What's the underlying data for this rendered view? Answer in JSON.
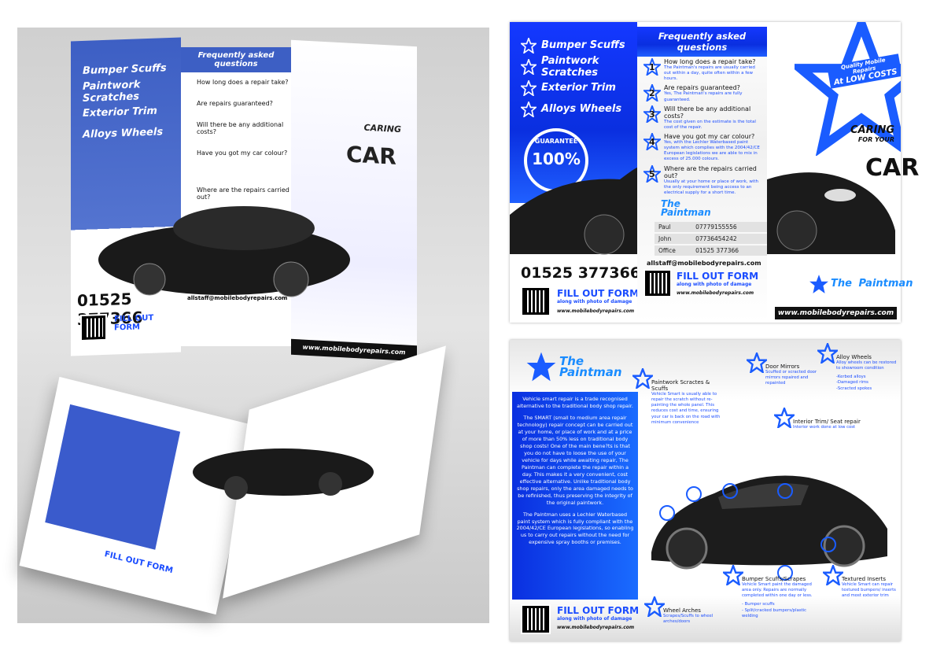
{
  "services": [
    "Bumper Scuffs",
    "Paintwork Scratches",
    "Exterior Trim",
    "Alloys Wheels"
  ],
  "guarantee": {
    "word": "GUARANTEE",
    "pct": "100%"
  },
  "faq": {
    "title": "Frequently asked questions",
    "items": [
      {
        "n": "1",
        "q": "How long does a repair take?",
        "a": "The Paintman's repairs are usually carried out within a day, quite often within a few hours."
      },
      {
        "n": "2",
        "q": "Are repairs guaranteed?",
        "a": "Yes, The Paintman's repairs are fully guaranteed."
      },
      {
        "n": "3",
        "q": "Will there be any additional costs?",
        "a": "The cost given on the estimate is the total cost of the repair."
      },
      {
        "n": "4",
        "q": "Have you got my car colour?",
        "a": "Yes, with the Lechler Waterbased paint system which complies with the 2004/42/CE European legislations we are able to mix in excess of 25.000 colours."
      },
      {
        "n": "5",
        "q": "Where are the repairs carried out?",
        "a": "Usually at your home or place of work, with the only requirement being access to an electrical supply for a short time."
      }
    ]
  },
  "logo": {
    "line1": "The",
    "line2": "Paintman"
  },
  "contacts": [
    {
      "name": "Paul",
      "phone": "07779155556"
    },
    {
      "name": "John",
      "phone": "07736454242"
    },
    {
      "name": "Office",
      "phone": "01525 377366"
    }
  ],
  "phone_big": "01525 377366",
  "email": "allstaff@mobilebodyrepairs.com",
  "form": {
    "title": "FILL OUT FORM",
    "sub": "along with photo of damage"
  },
  "url": "www.mobilebodyrepairs.com",
  "tagline": {
    "line1": "Quality Mobile Repairs",
    "line2": "At LOW COSTS"
  },
  "caring": {
    "line1": "CARING",
    "line2": "FOR YOUR",
    "line3": "CAR"
  },
  "intro": [
    "Vehicle smart repair is a trade recognised alternative to the traditional body shop repair.",
    "The SMART (small to medium area repair technology) repair concept can be carried out at your home, or place of work and at a price of more than 50% less on traditional body shop costs! One of the main bene?ts is that you do not have to loose the use of your vehicle for days while awaiting repair, The Paintman can complete the repair within a day. This makes it a very convenient, cost effective alternative. Unlike traditional body shop repairs, only the area damaged needs to be refinished, thus preserving the integrity of the original paintwork.",
    "The Paintman uses a Lechler Waterbased paint system which is fully compliant with the 2004/42/CE European legislations, so enabling us to carry out repairs without the need for expensive spray booths or premises."
  ],
  "callouts": [
    {
      "title": "Paintwork Scractes & Scuffs",
      "desc": "Vehicle Smart is usually able to repair the scratch without re-painting the whole panel. This reduces cost and time, ensuring your car is back on the road with minimum convenience"
    },
    {
      "title": "Door Mirrors",
      "desc": "Scuffed or scracted door mirrors repaired and repainted"
    },
    {
      "title": "Alloy Wheels",
      "desc": "Alloy wheels can be restored to showroom condition",
      "list": [
        "-Kerbed alloys",
        "-Damaged rims",
        "-Scracted spokes"
      ]
    },
    {
      "title": "Interior Trim/ Seat repair",
      "desc": "Interior work done at low cost"
    },
    {
      "title": "Bumper Scuffs/Scrapes",
      "desc": "Vehicle Smart paint the damaged area only. Repairs are normally completed within one day or less.",
      "list": [
        "- Bumper scuffs",
        "- Split/cracked bumpers/plastic welding"
      ]
    },
    {
      "title": "Textured Inserts",
      "desc": "Vehicle Smart can repair textured bumpers/ inserts and most exterior trim"
    },
    {
      "title": "Wheel Arches",
      "desc": "Scrapes/Scuffs to wheel arches/doors"
    }
  ],
  "colors": {
    "brand_blue": "#1438ff",
    "accent_blue": "#1a5cff",
    "logo_blue": "#1a8cff"
  }
}
